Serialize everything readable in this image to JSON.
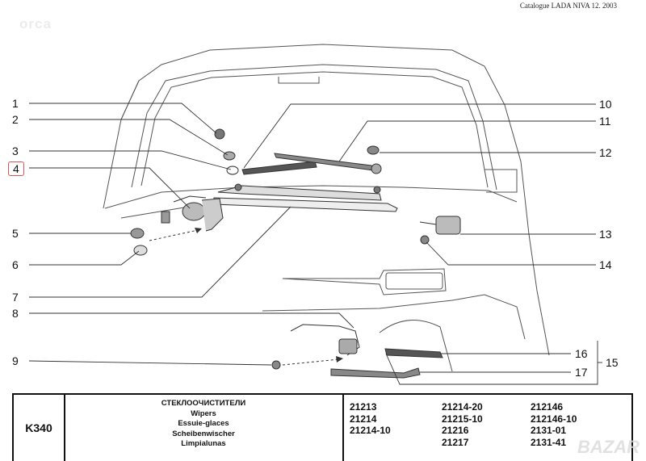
{
  "header": {
    "catalogue": "Catalogue LADA NIVA 12. 2003"
  },
  "watermarks": {
    "left": "orca",
    "right": "BAZAR"
  },
  "callouts": [
    "1",
    "2",
    "3",
    "4",
    "5",
    "6",
    "7",
    "8",
    "9",
    "10",
    "11",
    "12",
    "13",
    "14",
    "15",
    "16",
    "17"
  ],
  "selected_callout": "4",
  "footer": {
    "code": "K340",
    "titles": [
      "СТЕКЛООЧИСТИТЕЛИ",
      "Wipers",
      "Essuie-glaces",
      "Scheibenwischer",
      "Limpialunas"
    ],
    "models_col1": [
      "21213",
      "21214",
      "21214-10"
    ],
    "models_col2": [
      "21214-20",
      "21215-10",
      "21216",
      "21217"
    ],
    "models_col3": [
      "212146",
      "212146-10",
      "2131-01",
      "2131-41"
    ]
  },
  "colors": {
    "line": "#333333",
    "highlight": "#d9534f"
  }
}
